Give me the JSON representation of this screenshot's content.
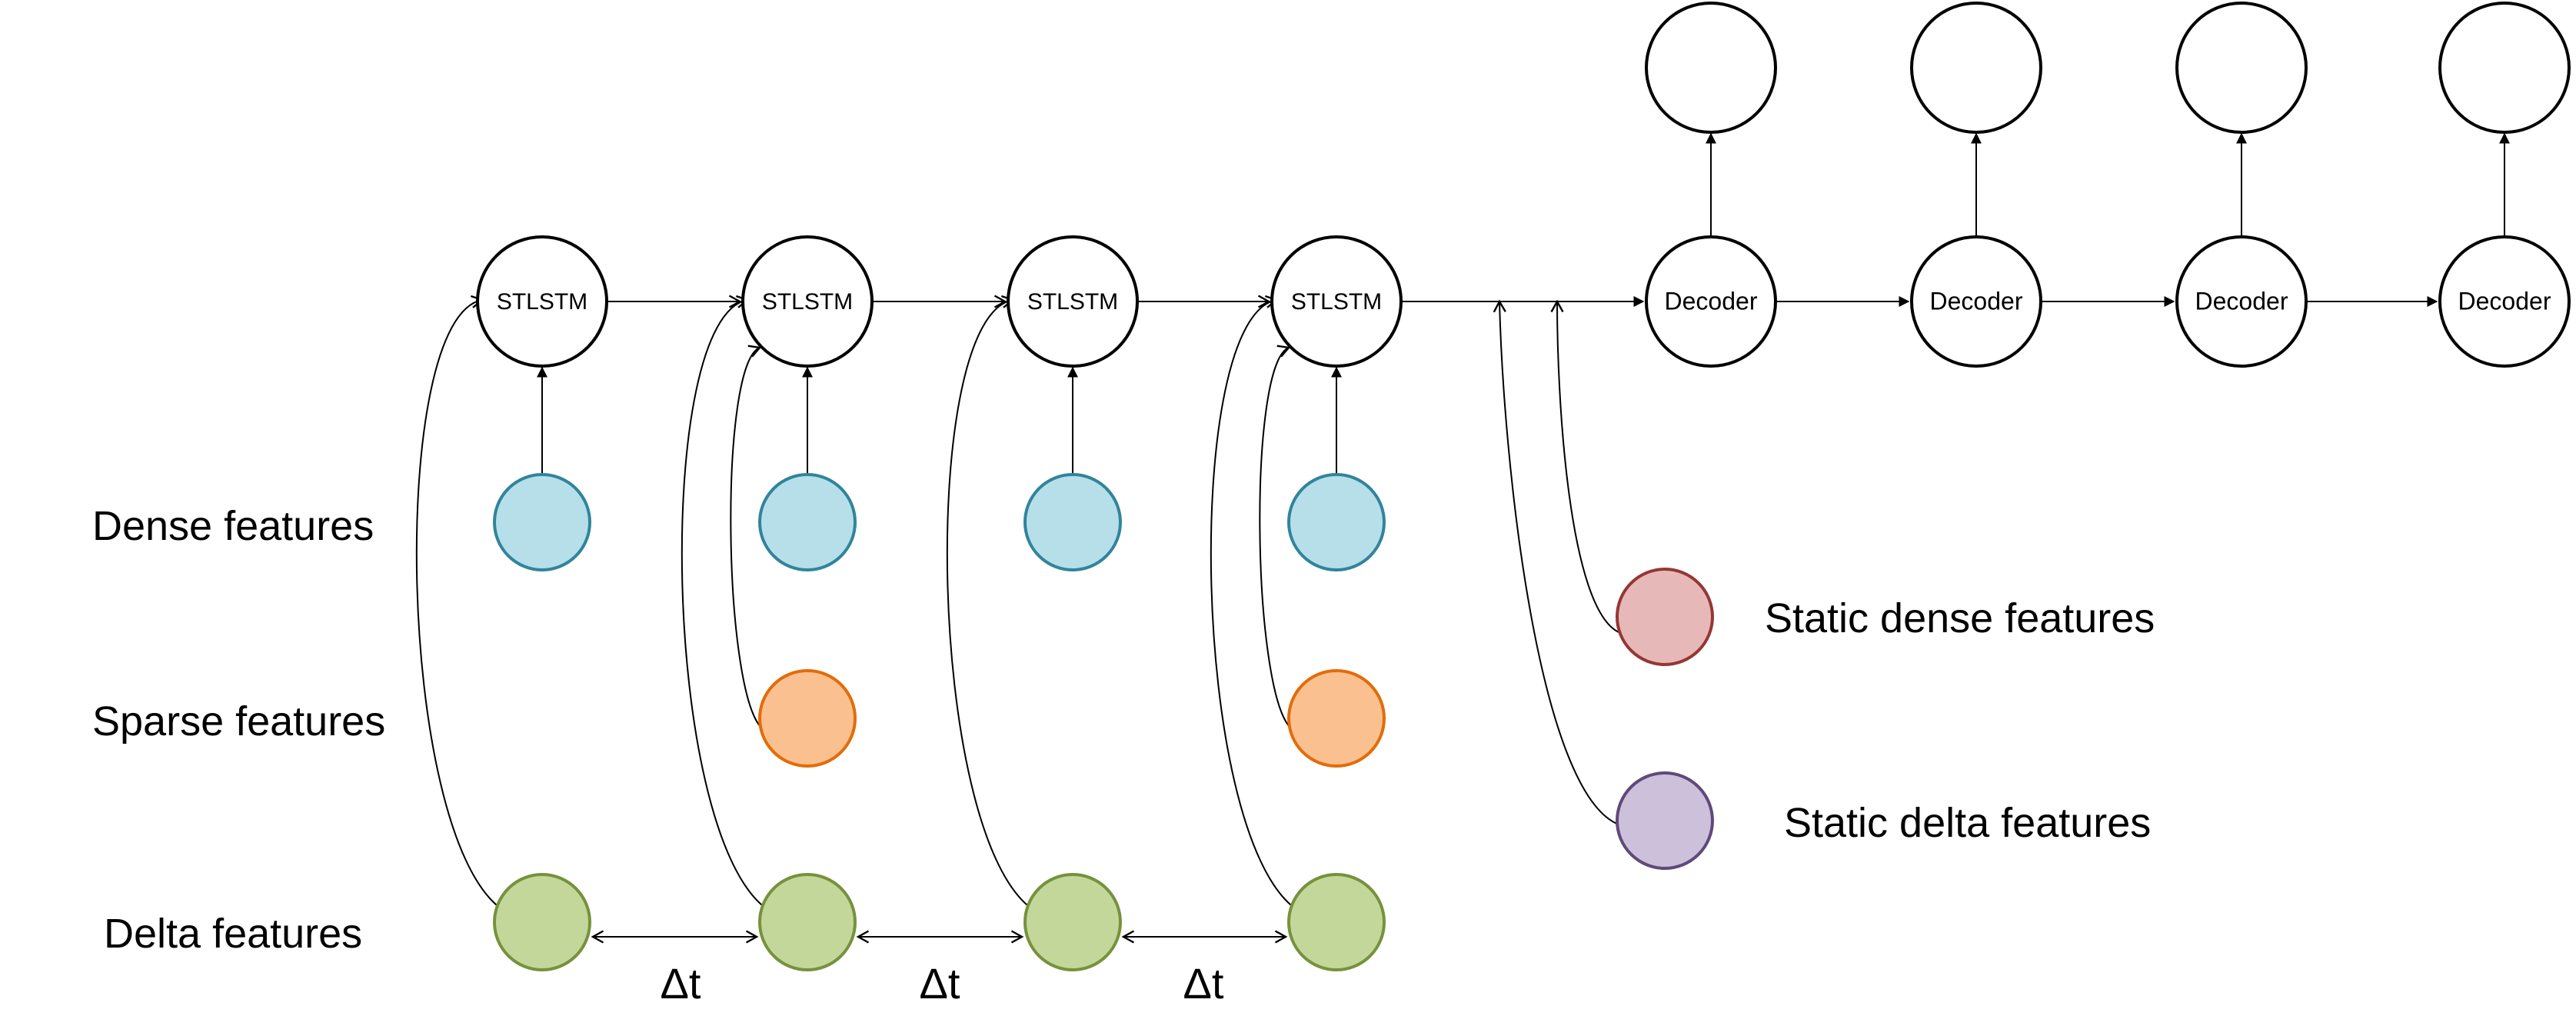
{
  "encoder": {
    "steps": [
      {
        "label": "STLSTM",
        "has_sparse": false
      },
      {
        "label": "STLSTM",
        "has_sparse": true
      },
      {
        "label": "STLSTM",
        "has_sparse": false
      },
      {
        "label": "STLSTM",
        "has_sparse": true
      }
    ]
  },
  "decoder": {
    "steps": [
      {
        "label": "Decoder"
      },
      {
        "label": "Decoder"
      },
      {
        "label": "Decoder"
      },
      {
        "label": "Decoder"
      }
    ]
  },
  "row_labels": {
    "dense": "Dense features",
    "sparse": "Sparse features",
    "delta": "Delta features"
  },
  "static_labels": {
    "dense": "Static dense features",
    "delta": "Static delta features"
  },
  "delta_t_labels": [
    "Δt",
    "Δt",
    "Δt"
  ],
  "colors": {
    "dense_fill": "#b6dfea",
    "dense_stroke": "#31849b",
    "sparse_fill": "#fac090",
    "sparse_stroke": "#e36c09",
    "delta_fill": "#c4d79b",
    "delta_stroke": "#76923c",
    "static_dense_fill": "#e6b9b8",
    "static_dense_stroke": "#953735",
    "static_delta_fill": "#ccc0da",
    "static_delta_stroke": "#5f497a",
    "node_stroke": "#000000"
  }
}
